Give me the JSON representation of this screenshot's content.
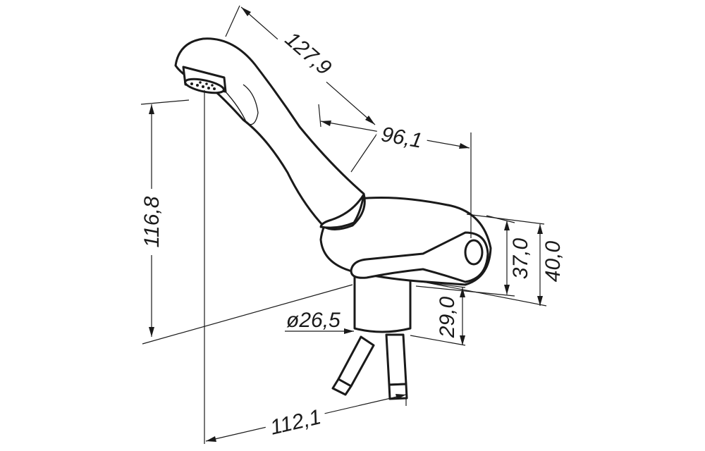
{
  "dimensions": {
    "spout_length": "127,9",
    "body_length": "96,1",
    "total_height": "116,8",
    "body_height_inner": "37,0",
    "body_height_outer": "40,0",
    "base_height": "29,0",
    "base_diameter": "ø26,5",
    "total_width": "112,1"
  },
  "colors": {
    "line": "#1a1a1a",
    "background": "#ffffff"
  }
}
